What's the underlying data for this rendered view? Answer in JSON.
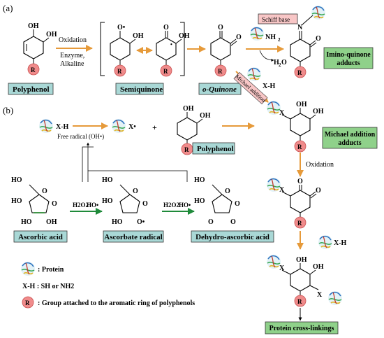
{
  "panel_labels": {
    "a": "(a)",
    "b": "(b)"
  },
  "labels": {
    "polyphenol": "Polyphenol",
    "semiquinone": "Semiquinone",
    "o_quinone": "o-Quinone",
    "imino_quinone": "Imino-quinone adducts",
    "michael_adducts": "Michael addition adducts",
    "polyphenol_b": "Polyphenol",
    "ascorbic_acid": "Ascorbic acid",
    "ascorbate_radical": "Ascorbate radical",
    "dehydro": "Dehydro-ascorbic acid",
    "cross_links": "Protein cross-linkings"
  },
  "arrow_text": {
    "oxidation": "Oxidation",
    "enzyme": "Enzyme,",
    "alkaline": "Alkaline",
    "schiff_base": "Schiff base",
    "michael_addition": "Michael addition",
    "free_radical": "Free radical (OH•)",
    "oxidation_b": "Oxidation",
    "h2o2": "H2O2",
    "hoo": "HO•"
  },
  "legend": {
    "protein": ": Protein",
    "xh": "X-H : SH or NH2",
    "r": ": Group attached to the aromatic ring of polyphenols"
  },
  "colors": {
    "teal_box": "#a9d8d6",
    "green_box": "#8fd18a",
    "pink_box": "#f8c6c6",
    "r_circle": "#f08b8b",
    "orange_arrow": "#e69a3a",
    "green_arrow": "#1f8a3a",
    "red_bond": "#d62d20"
  },
  "icons": [
    "protein-blob-icon",
    "r-group-circle-icon"
  ]
}
